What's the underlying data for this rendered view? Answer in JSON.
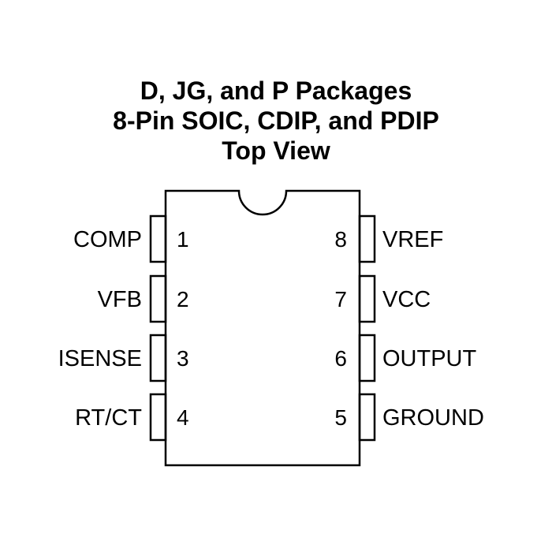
{
  "title": {
    "line1": "D, JG, and P Packages",
    "line2": "8-Pin SOIC, CDIP, and PDIP",
    "line3": "Top View"
  },
  "pins": {
    "left": [
      {
        "number": "1",
        "name": "COMP"
      },
      {
        "number": "2",
        "name": "VFB"
      },
      {
        "number": "3",
        "name": "ISENSE"
      },
      {
        "number": "4",
        "name": "RT/CT"
      }
    ],
    "right": [
      {
        "number": "8",
        "name": "VREF"
      },
      {
        "number": "7",
        "name": "VCC"
      },
      {
        "number": "6",
        "name": "OUTPUT"
      },
      {
        "number": "5",
        "name": "GROUND"
      }
    ]
  }
}
